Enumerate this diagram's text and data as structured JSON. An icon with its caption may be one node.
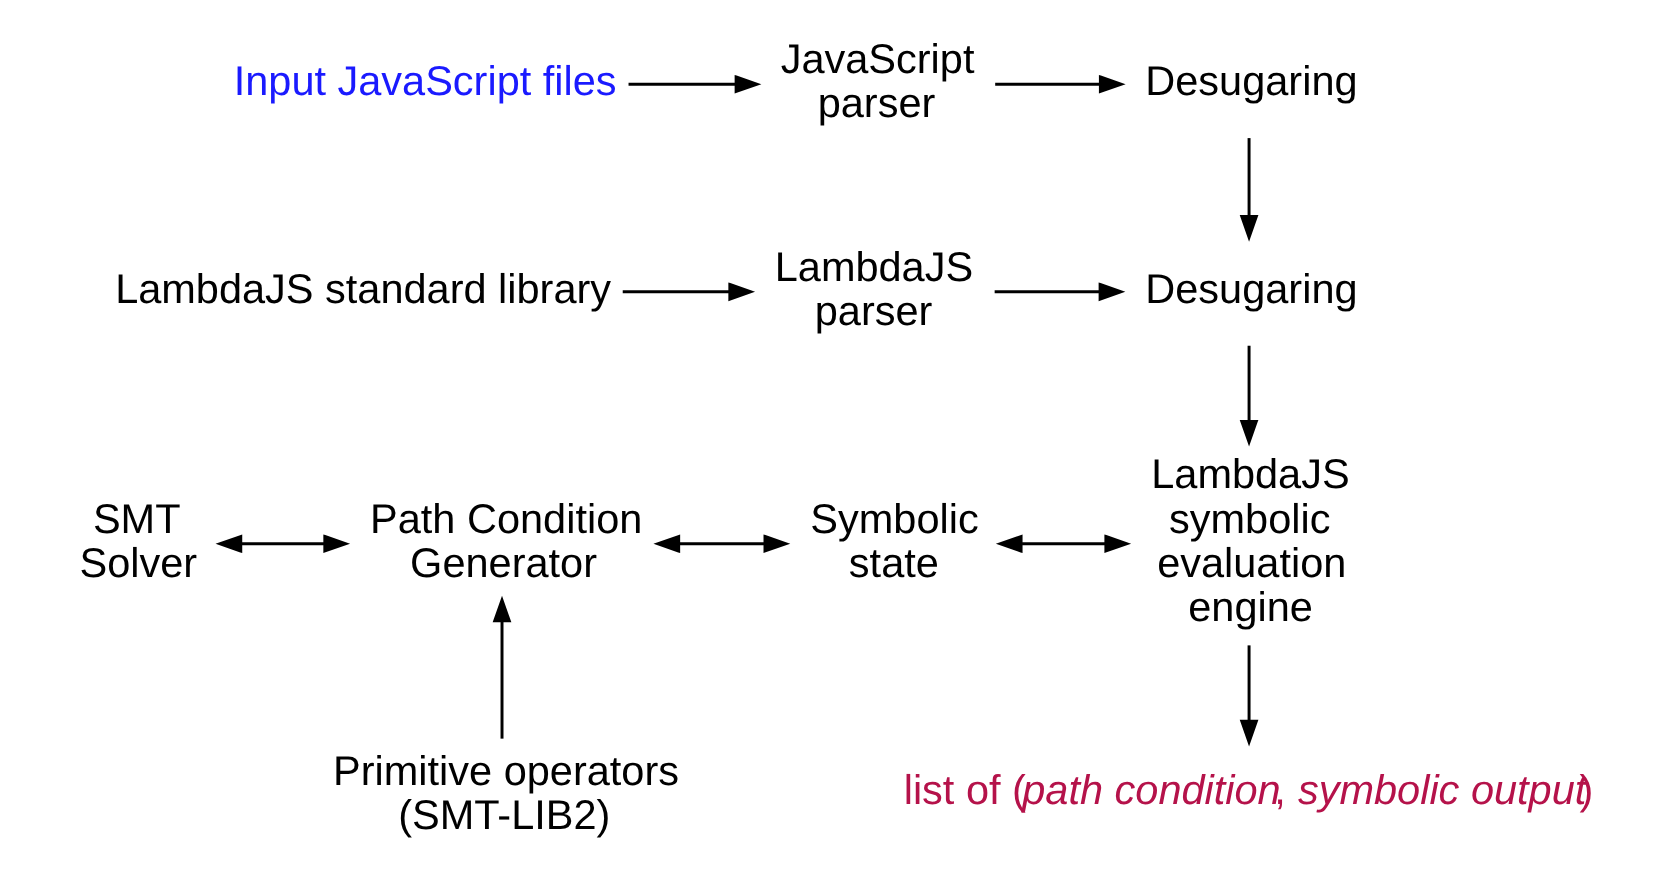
{
  "diagram": {
    "nodes": [
      {
        "text": [
          "Input JavaScript files"
        ]
      },
      {
        "text": [
          "JavaScript parser"
        ]
      },
      {
        "text": [
          "Desugaring"
        ]
      },
      {
        "text": [
          "LambdaJS standard library"
        ]
      },
      {
        "text": [
          "LambdaJS parser"
        ]
      },
      {
        "text": [
          "Desugaring"
        ]
      },
      {
        "text": [
          "SMT Solver"
        ]
      },
      {
        "text": [
          "Path Condition Generator"
        ]
      },
      {
        "text": [
          "Symbolic state"
        ]
      },
      {
        "text": [
          "LambdaJS symbolic evaluation engine"
        ]
      },
      {
        "text": [
          "Primitive operators (SMT-LIB2)"
        ]
      },
      {
        "text": [
          "list of (*path condition*, *symbolic output*)"
        ]
      }
    ],
    "edges": [
      {
        "from": 0,
        "to": 1,
        "arrow": "to"
      },
      {
        "from": 1,
        "to": 2,
        "arrow": "to"
      },
      {
        "from": 2,
        "to": 5,
        "arrow": "to"
      },
      {
        "from": 3,
        "to": 4,
        "arrow": "to"
      },
      {
        "from": 4,
        "to": 5,
        "arrow": "to"
      },
      {
        "from": 5,
        "to": 9,
        "arrow": "to"
      },
      {
        "from": 6,
        "to": 7,
        "arrow": "both"
      },
      {
        "from": 7,
        "to": 8,
        "arrow": "both"
      },
      {
        "from": 8,
        "to": 9,
        "arrow": "both"
      },
      {
        "from": 10,
        "to": 7,
        "arrow": "to"
      },
      {
        "from": 9,
        "to": 11,
        "arrow": "to"
      }
    ]
  }
}
